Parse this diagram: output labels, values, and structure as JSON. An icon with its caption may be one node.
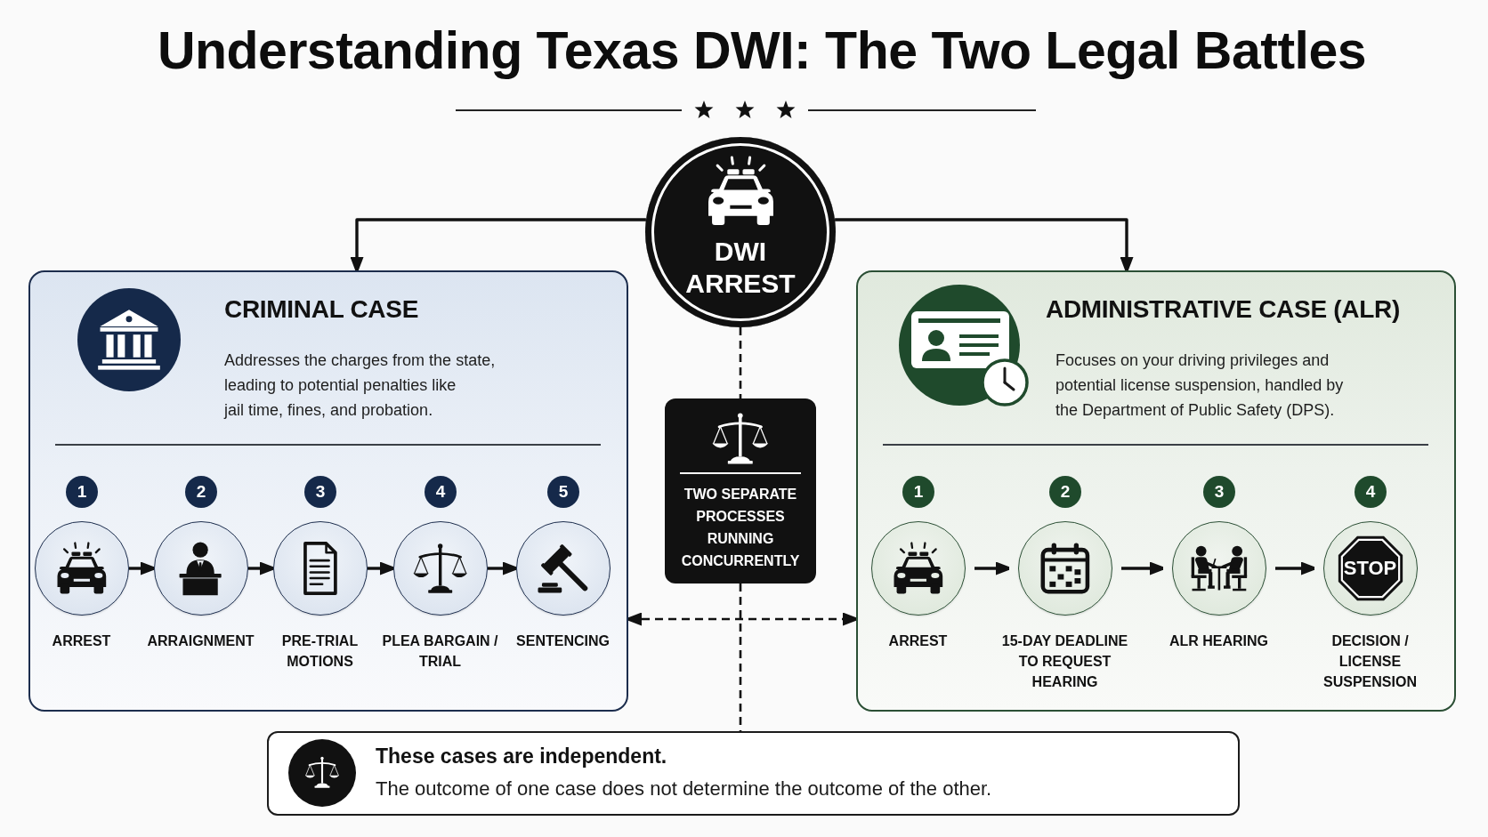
{
  "diagram": {
    "title": "Understanding Texas DWI: The Two Legal Battles",
    "nodes": [
      {
        "text": [
          "DWI ARREST"
        ]
      },
      {
        "text": [
          "CRIMINAL CASE",
          "Addresses the charges from the state, leading to potential penalties like jail time, fines, and probation."
        ]
      },
      {
        "text": [
          "1"
        ],
        "in": 1
      },
      {
        "text": [
          "ARREST"
        ],
        "in": 1
      },
      {
        "text": [
          "2"
        ],
        "in": 1
      },
      {
        "text": [
          "ARRAIGNMENT"
        ],
        "in": 1
      },
      {
        "text": [
          "3"
        ],
        "in": 1
      },
      {
        "text": [
          "PRE-TRIAL MOTIONS"
        ],
        "in": 1
      },
      {
        "text": [
          "4"
        ],
        "in": 1
      },
      {
        "text": [
          "PLEA BARGAIN / TRIAL"
        ],
        "in": 1
      },
      {
        "text": [
          "5"
        ],
        "in": 1
      },
      {
        "text": [
          "SENTENCING"
        ],
        "in": 1
      },
      {
        "text": [
          "TWO SEPARATE PROCESSES RUNNING CONCURRENTLY"
        ]
      },
      {
        "text": [
          "ADMINISTRATIVE CASE (ALR)",
          "Focuses on your driving privileges and potential license suspension, handled by the Department of Public Safety (DPS)."
        ]
      },
      {
        "text": [
          "1"
        ],
        "in": 13
      },
      {
        "text": [
          "ARREST"
        ],
        "in": 13
      },
      {
        "text": [
          "2"
        ],
        "in": 13
      },
      {
        "text": [
          "15-DAY DEADLINE TO REQUEST HEARING"
        ],
        "in": 13
      },
      {
        "text": [
          "3"
        ],
        "in": 13
      },
      {
        "text": [
          "ALR HEARING"
        ],
        "in": 13
      },
      {
        "text": [
          "4"
        ],
        "in": 13
      },
      {
        "text": [
          "DECISION / LICENSE SUSPENSION"
        ],
        "in": 13
      },
      {
        "text": [
          "These cases are independent.",
          "The outcome of one case does not determine the outcome of the other."
        ]
      }
    ],
    "edges": [
      {
        "from": 0,
        "to": 1,
        "arrow": "to"
      },
      {
        "from": 0,
        "to": 13,
        "arrow": "to"
      },
      {
        "from": 0,
        "to": 12,
        "arrow": "none",
        "style": "dashed"
      },
      {
        "from": 12,
        "to": 22,
        "arrow": "none",
        "style": "dashed"
      },
      {
        "from": 1,
        "to": 13,
        "arrow": "both",
        "style": "dashed"
      },
      {
        "from": 3,
        "to": 5,
        "arrow": "to"
      },
      {
        "from": 5,
        "to": 7,
        "arrow": "to"
      },
      {
        "from": 7,
        "to": 9,
        "arrow": "to"
      },
      {
        "from": 9,
        "to": 11,
        "arrow": "to"
      },
      {
        "from": 15,
        "to": 17,
        "arrow": "to"
      },
      {
        "from": 17,
        "to": 19,
        "arrow": "to"
      },
      {
        "from": 19,
        "to": 21,
        "arrow": "to"
      }
    ],
    "labels": [
      "STOP"
    ]
  }
}
